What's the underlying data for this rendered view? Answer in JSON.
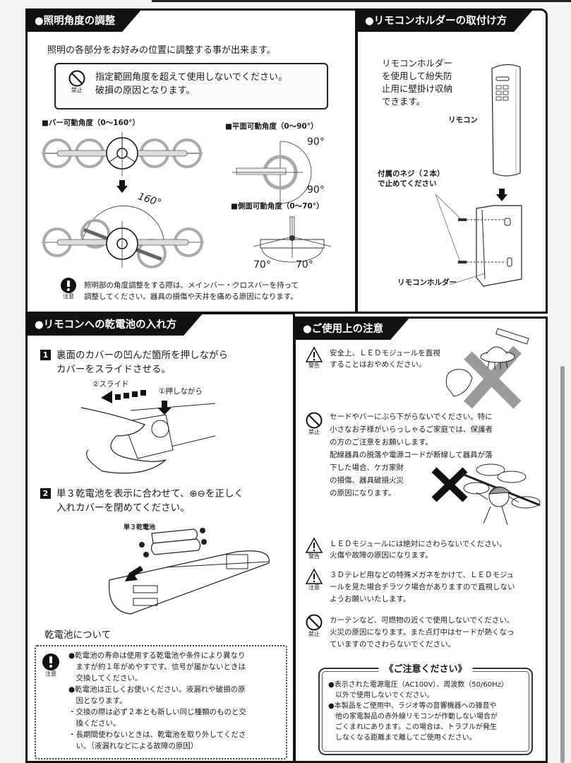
{
  "angle_section": {
    "title": "●照明角度の調整",
    "intro": "照明の各部分をお好みの位置に調整する事が出来ます。",
    "prohibition": {
      "icon_label": "禁止",
      "line1": "指定範囲角度を超えて使用しないでください。",
      "line2": "破損の原因となります。"
    },
    "bar_angle_label": "■バー可動角度（0〜160°）",
    "bar_angle_value": "160°",
    "plane_angle_label": "■平面可動角度（0〜90°）",
    "plane_angle_top": "90°",
    "plane_angle_bottom": "90°",
    "side_angle_label": "■側面可動角度（0〜70°）",
    "side_angle_left": "70°",
    "side_angle_right": "70°",
    "caution": {
      "icon_label": "注意",
      "line1": "照明部の角度調整をする際は、メインバー・クロスバーを持って",
      "line2": "調整してください。器具の損傷や天井を痛める原因になります。"
    }
  },
  "holder_section": {
    "title": "●リモコンホルダーの取付け方",
    "desc": [
      "リモコンホルダー",
      "を使用して紛失防",
      "止用に壁掛け収納",
      "できます。"
    ],
    "remote_label": "リモコン",
    "screw_label_1": "付属のネジ（２本）",
    "screw_label_2": "で止めてください",
    "holder_label": "リモコンホルダー"
  },
  "battery_section": {
    "title": "●リモコンへの乾電池の入れ方",
    "step1": {
      "num": "1",
      "line1": "裏面のカバーの凹んだ箇所を押しながら",
      "line2": "カバーをスライドさせる。",
      "slide_label": "②スライド",
      "press_label": "①押しながら"
    },
    "step2": {
      "num": "2",
      "line1": "単３乾電池を表示に合わせて、⊕⊖を正しく",
      "line2": "入れカバーを閉めてください。",
      "battery_label": "単３乾電池"
    },
    "about_title": "乾電池について",
    "about": {
      "icon_label": "注意",
      "lines": [
        "●乾電池の寿命は使用する乾電池や条件により異なり",
        "　ますが約１年がめやすです。信号が届かないときは",
        "　交換してください。",
        "●乾電池は正しくお使いください。液漏れや破損の原",
        "　因となります。",
        "・交換の際は必ず２本とも新しい同じ種類のものと交",
        "　換ください。",
        "・長期間使わないときは、乾電池を取り外してくださ",
        "　い。（液漏れなどによる故障の原因）"
      ]
    }
  },
  "usage_section": {
    "title": "●ご使用上の注意",
    "items": [
      {
        "icon": "warning-icon",
        "icon_label": "警告",
        "lines": [
          "安全上、ＬＥＤモジュールを直視",
          "することはおやめください。"
        ]
      },
      {
        "icon": "prohibit-icon",
        "icon_label": "禁止",
        "lines": [
          "セードやバーにぶら下がらないでください。特に",
          "小さなお子様がいらっしゃるご家庭では、保護者",
          "の方のご注意をお願いします。",
          "配線器具の脱落や電源コードが断線して器具が落",
          "下した場合、ケガ家財",
          "の損傷、器具破損火災",
          "の原因になります。"
        ]
      },
      {
        "icon": "warning-icon",
        "icon_label": "警告",
        "lines": [
          "ＬＥＤモジュールには絶対にさわらないでください。",
          "火傷や故障の原因になります。"
        ]
      },
      {
        "icon": "caution-icon",
        "icon_label": "注意",
        "lines": [
          "３Ｄテレビ用などの特殊メガネをかけて、ＬＥＤモジュ",
          "ールを見た場合チラツク場合がありますので直視しない",
          "ようお願いいたします。"
        ]
      },
      {
        "icon": "prohibit-icon",
        "icon_label": "禁止",
        "lines": [
          "カーテンなど、可燃物の近くで使用しないでください。",
          "火災の原因になります。また点灯中はセードが熱くなっ",
          "ていますのでさわらないでください。"
        ]
      }
    ],
    "notice": {
      "title": "《ご注意ください》",
      "lines": [
        "●表示された電源電圧（AC100V）、周波数（50/60Hz）",
        "　以外で使用しないでください。",
        "●本製品をご使用中、ラジオ等の音響機器への雑音や",
        "　他の家電製品の赤外線リモコンが作動しない場合が",
        "　ごくまれにあります。この場合は、トラブルが発生",
        "　しなくなる距離まで離してご使用ください。"
      ]
    }
  },
  "colors": {
    "ink": "#111111",
    "paper": "#ffffff",
    "gray_x": "#9a9a9a",
    "scrollbar": "#9c9c9c"
  }
}
